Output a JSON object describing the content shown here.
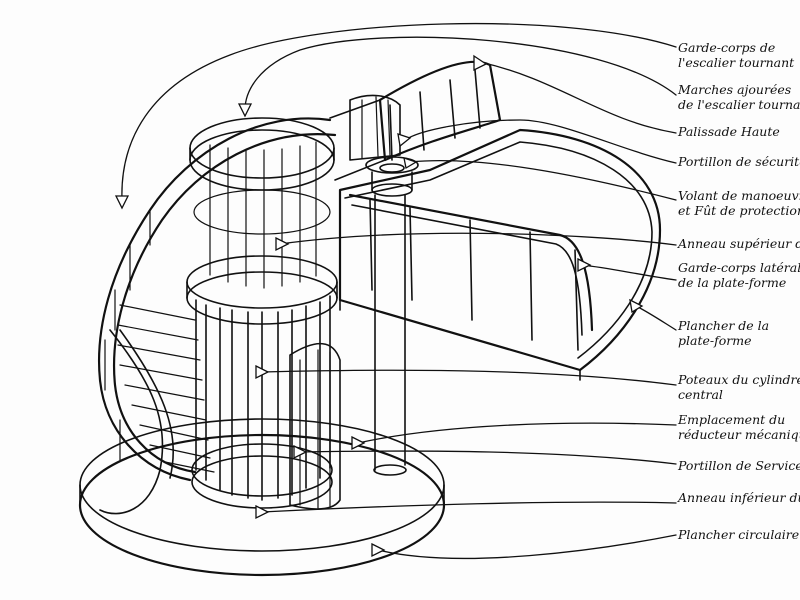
{
  "diagram": {
    "labels": [
      {
        "id": "garde-corps-escalier",
        "lines": [
          "Garde-corps de",
          "l'escalier tournant"
        ]
      },
      {
        "id": "marches-ajourees",
        "lines": [
          "Marches ajourées",
          "de l'escalier tournant"
        ]
      },
      {
        "id": "palissade-haute",
        "lines": [
          "Palissade Haute"
        ]
      },
      {
        "id": "portillon-securite",
        "lines": [
          "Portillon de sécurité"
        ]
      },
      {
        "id": "volant-manoeuvre",
        "lines": [
          "Volant de manoeuvre",
          "et Fût de protection"
        ]
      },
      {
        "id": "anneau-superieur",
        "lines": [
          "Anneau supérieur du"
        ]
      },
      {
        "id": "garde-corps-lateral",
        "lines": [
          "Garde-corps latéral",
          "de la plate-forme"
        ]
      },
      {
        "id": "plancher-plate-forme",
        "lines": [
          "Plancher de la",
          "plate-forme"
        ]
      },
      {
        "id": "poteaux-cylindre",
        "lines": [
          "Poteaux du cylindre",
          "central"
        ]
      },
      {
        "id": "emplacement-reducteur",
        "lines": [
          "Emplacement du",
          "réducteur mécanique"
        ]
      },
      {
        "id": "portillon-service",
        "lines": [
          "Portillon de Service"
        ]
      },
      {
        "id": "anneau-inferieur",
        "lines": [
          "Anneau inférieur du"
        ]
      },
      {
        "id": "plancher-circulaire",
        "lines": [
          "Plancher circulaire"
        ]
      }
    ]
  }
}
